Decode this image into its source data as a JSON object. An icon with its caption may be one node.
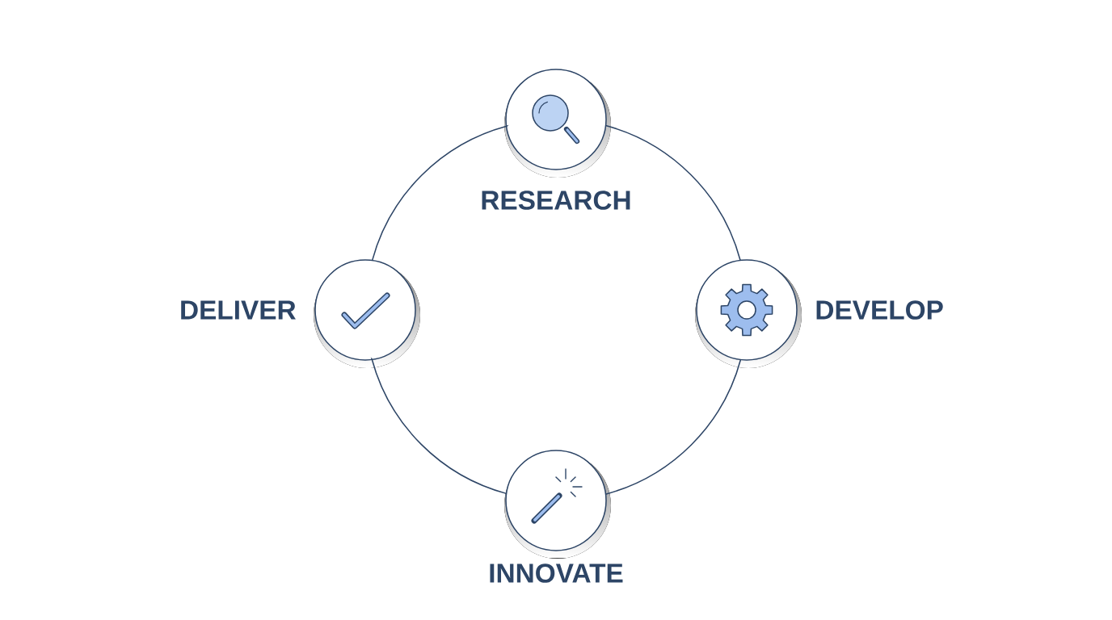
{
  "diagram": {
    "nodes": [
      {
        "text": [
          "RESEARCH"
        ]
      },
      {
        "text": [
          "DEVELOP"
        ]
      },
      {
        "text": [
          "INNOVATE"
        ]
      },
      {
        "text": [
          "DELIVER"
        ]
      }
    ],
    "edges": [
      {
        "from": 0,
        "to": 1,
        "arrow": "none"
      },
      {
        "from": 1,
        "to": 2,
        "arrow": "none"
      },
      {
        "from": 2,
        "to": 3,
        "arrow": "none"
      },
      {
        "from": 3,
        "to": 0,
        "arrow": "none"
      }
    ]
  }
}
